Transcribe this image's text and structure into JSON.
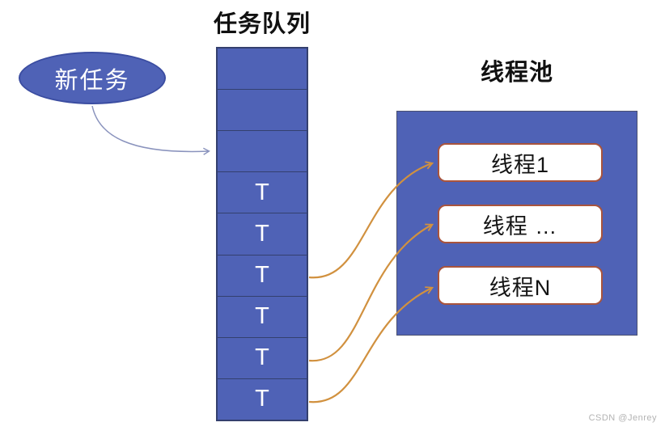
{
  "titles": {
    "task_queue": "任务队列",
    "thread_pool": "线程池"
  },
  "new_task": {
    "label": "新任务"
  },
  "queue": {
    "cells": [
      "",
      "",
      "",
      "T",
      "T",
      "T",
      "T",
      "T",
      "T"
    ]
  },
  "thread_pool": {
    "threads": [
      {
        "label": "线程1"
      },
      {
        "label": "线程 …"
      },
      {
        "label": "线程N"
      }
    ]
  },
  "watermark": "CSDN @Jenrey",
  "colors": {
    "shape_blue": "#4f62b6",
    "queue_border": "#34406e",
    "ellipse_border": "#3b4da1",
    "pool_border": "#4a5070",
    "thread_box_border": "#a9543d",
    "thread_box_fill": "#ffffff",
    "arrow_orange": "#d1913f",
    "arrow_gray": "#8a93bd",
    "text_dark": "#111111",
    "text_white": "#ffffff",
    "watermark_gray": "#b3b3b3"
  }
}
